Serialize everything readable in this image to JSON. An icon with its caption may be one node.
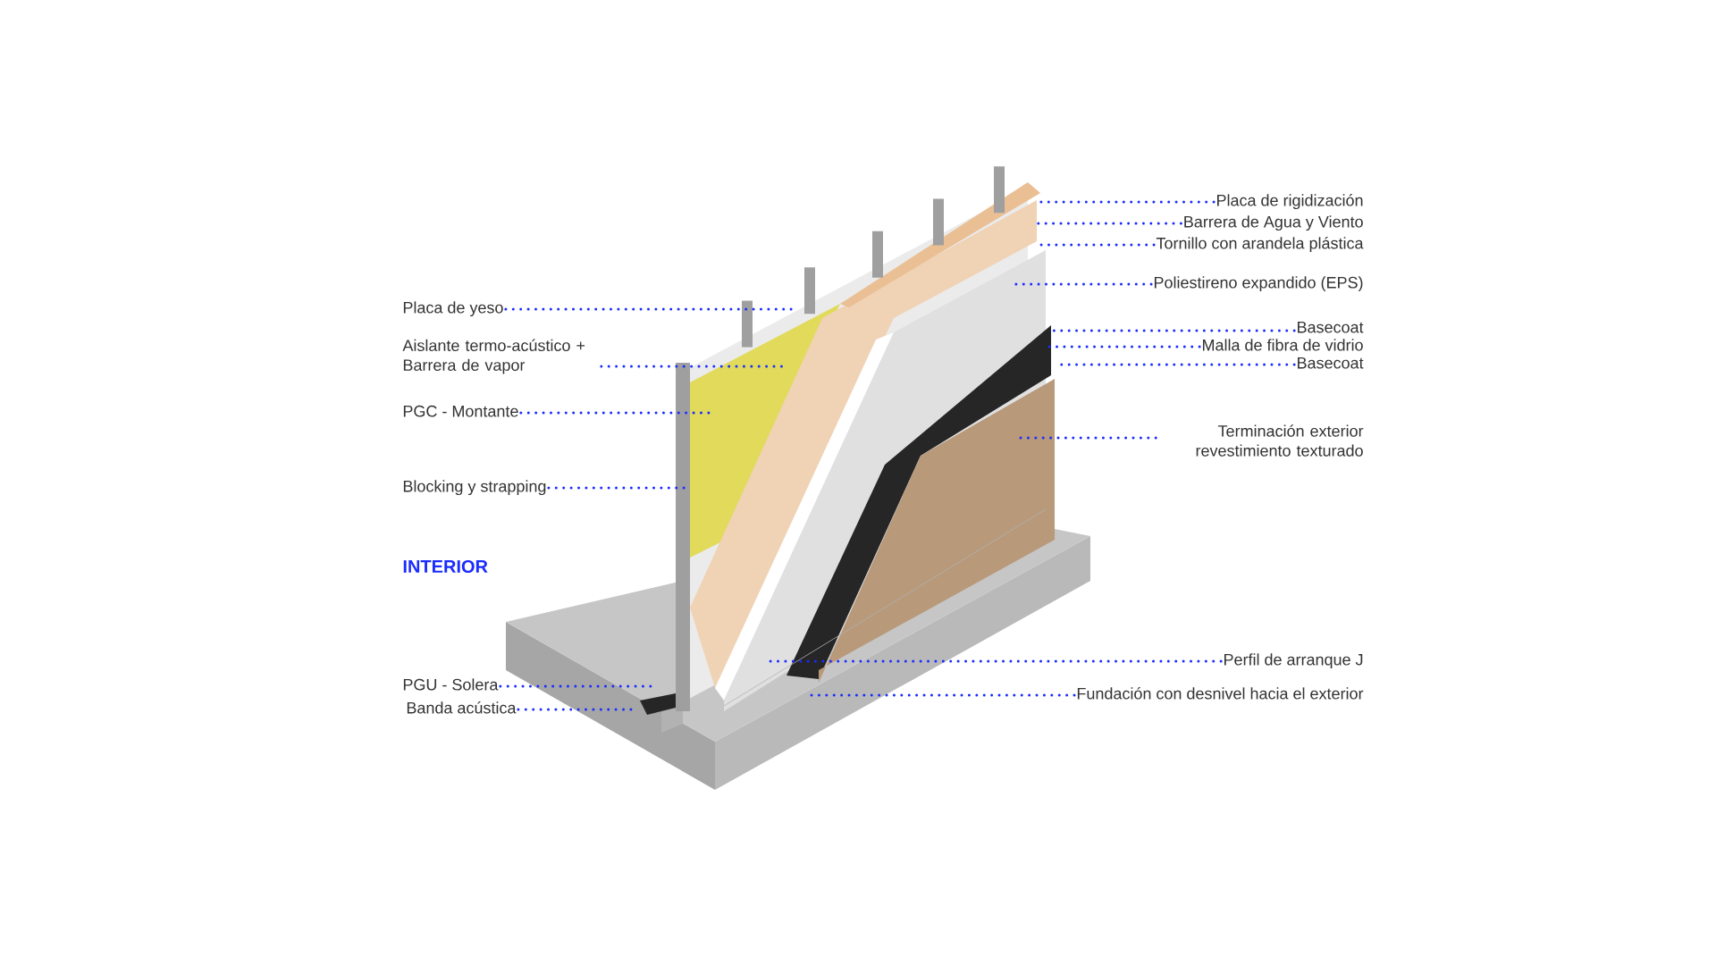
{
  "diagram": {
    "nodes": [
      {
        "text": [
          "Placa de yeso"
        ]
      },
      {
        "text": [
          "Aislante termo-acústico + Barrera de vapor"
        ]
      },
      {
        "text": [
          "PGC - Montante"
        ]
      },
      {
        "text": [
          "Blocking y strapping"
        ]
      },
      {
        "text": [
          "PGU - Solera"
        ]
      },
      {
        "text": [
          "Banda acústica"
        ]
      },
      {
        "text": [
          "Placa de rigidización"
        ]
      },
      {
        "text": [
          "Barrera de Agua y Viento"
        ]
      },
      {
        "text": [
          "Tornillo con arandela plástica"
        ]
      },
      {
        "text": [
          "Poliestireno expandido (EPS)"
        ]
      },
      {
        "text": [
          "Basecoat"
        ]
      },
      {
        "text": [
          "Malla de fibra de vidrio"
        ]
      },
      {
        "text": [
          "Basecoat"
        ]
      },
      {
        "text": [
          "Terminación exterior revestimiento texturado"
        ]
      },
      {
        "text": [
          "Perfil de arranque J"
        ]
      },
      {
        "text": [
          "Fundación con desnivel hacia el exterior"
        ]
      }
    ],
    "edges": [
      {
        "from": 0,
        "to": null,
        "arrow": "none"
      },
      {
        "from": 1,
        "to": null,
        "arrow": "none"
      },
      {
        "from": 2,
        "to": null,
        "arrow": "none"
      },
      {
        "from": 3,
        "to": null,
        "arrow": "none"
      },
      {
        "from": 4,
        "to": null,
        "arrow": "none"
      },
      {
        "from": 5,
        "to": null,
        "arrow": "none"
      },
      {
        "from": 6,
        "to": null,
        "arrow": "none"
      },
      {
        "from": 7,
        "to": null,
        "arrow": "none"
      },
      {
        "from": 8,
        "to": null,
        "arrow": "none"
      },
      {
        "from": 9,
        "to": null,
        "arrow": "none"
      },
      {
        "from": 10,
        "to": null,
        "arrow": "none"
      },
      {
        "from": 11,
        "to": null,
        "arrow": "none"
      },
      {
        "from": 12,
        "to": null,
        "arrow": "none"
      },
      {
        "from": 13,
        "to": null,
        "arrow": "none"
      },
      {
        "from": 14,
        "to": null,
        "arrow": "none"
      },
      {
        "from": 15,
        "to": null,
        "arrow": "none"
      }
    ],
    "labels": [
      "INTERIOR"
    ]
  }
}
